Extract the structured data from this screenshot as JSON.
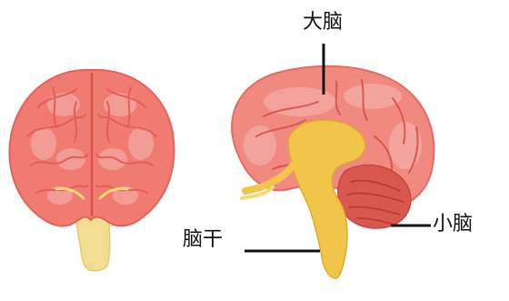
{
  "labels": {
    "cerebrum": "大脑",
    "brainstem": "脑干",
    "cerebellum": "小脑"
  }
}
